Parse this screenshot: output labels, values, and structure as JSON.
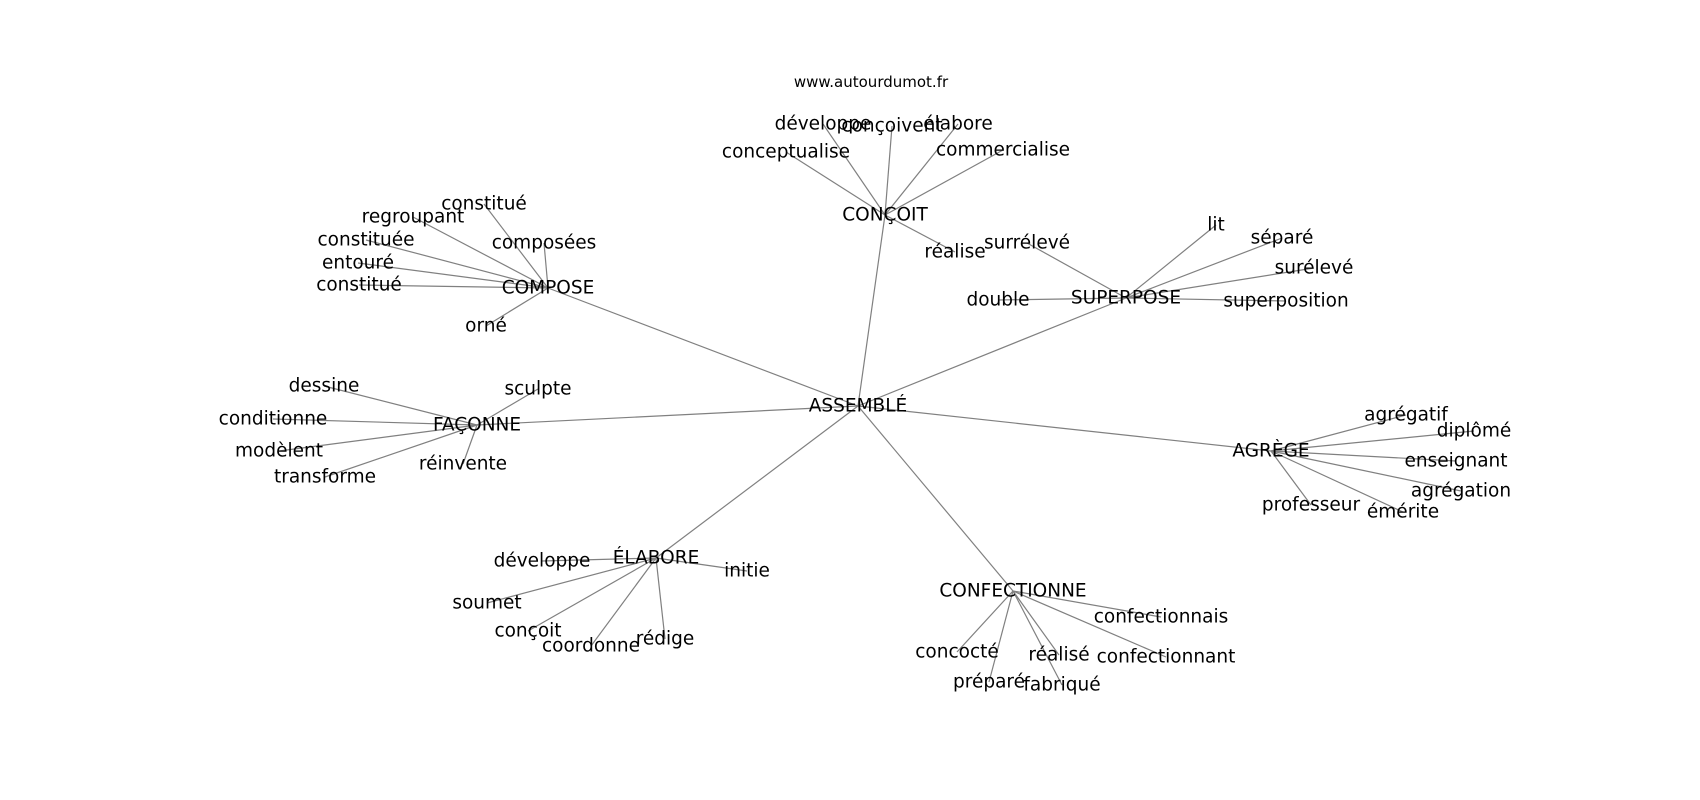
{
  "site": "www.autourdumot.fr",
  "graph": {
    "center": "ASSEMBLÉ",
    "groups": [
      {
        "label": "CONÇOIT",
        "leaves": [
          "développe",
          "conçoivent",
          "élabore",
          "conceptualise",
          "commercialise",
          "réalise"
        ]
      },
      {
        "label": "COMPOSE",
        "leaves": [
          "constitué",
          "regroupant",
          "composées",
          "constituée",
          "entouré",
          "constitué",
          "orné"
        ]
      },
      {
        "label": "SUPERPOSE",
        "leaves": [
          "lit",
          "séparé",
          "surélevé",
          "surrélevé",
          "double",
          "superposition"
        ]
      },
      {
        "label": "FAÇONNE",
        "leaves": [
          "dessine",
          "sculpte",
          "conditionne",
          "modèlent",
          "transforme",
          "réinvente"
        ]
      },
      {
        "label": "AGRÈGE",
        "leaves": [
          "agrégatif",
          "diplômé",
          "enseignant",
          "agrégation",
          "professeur",
          "émérite"
        ]
      },
      {
        "label": "ÉLABORE",
        "leaves": [
          "développe",
          "initie",
          "soumet",
          "conçoit",
          "coordonne",
          "rédige"
        ]
      },
      {
        "label": "CONFECTIONNE",
        "leaves": [
          "confectionnais",
          "concocté",
          "réalisé",
          "confectionnant",
          "préparé",
          "fabriqué"
        ]
      }
    ]
  }
}
